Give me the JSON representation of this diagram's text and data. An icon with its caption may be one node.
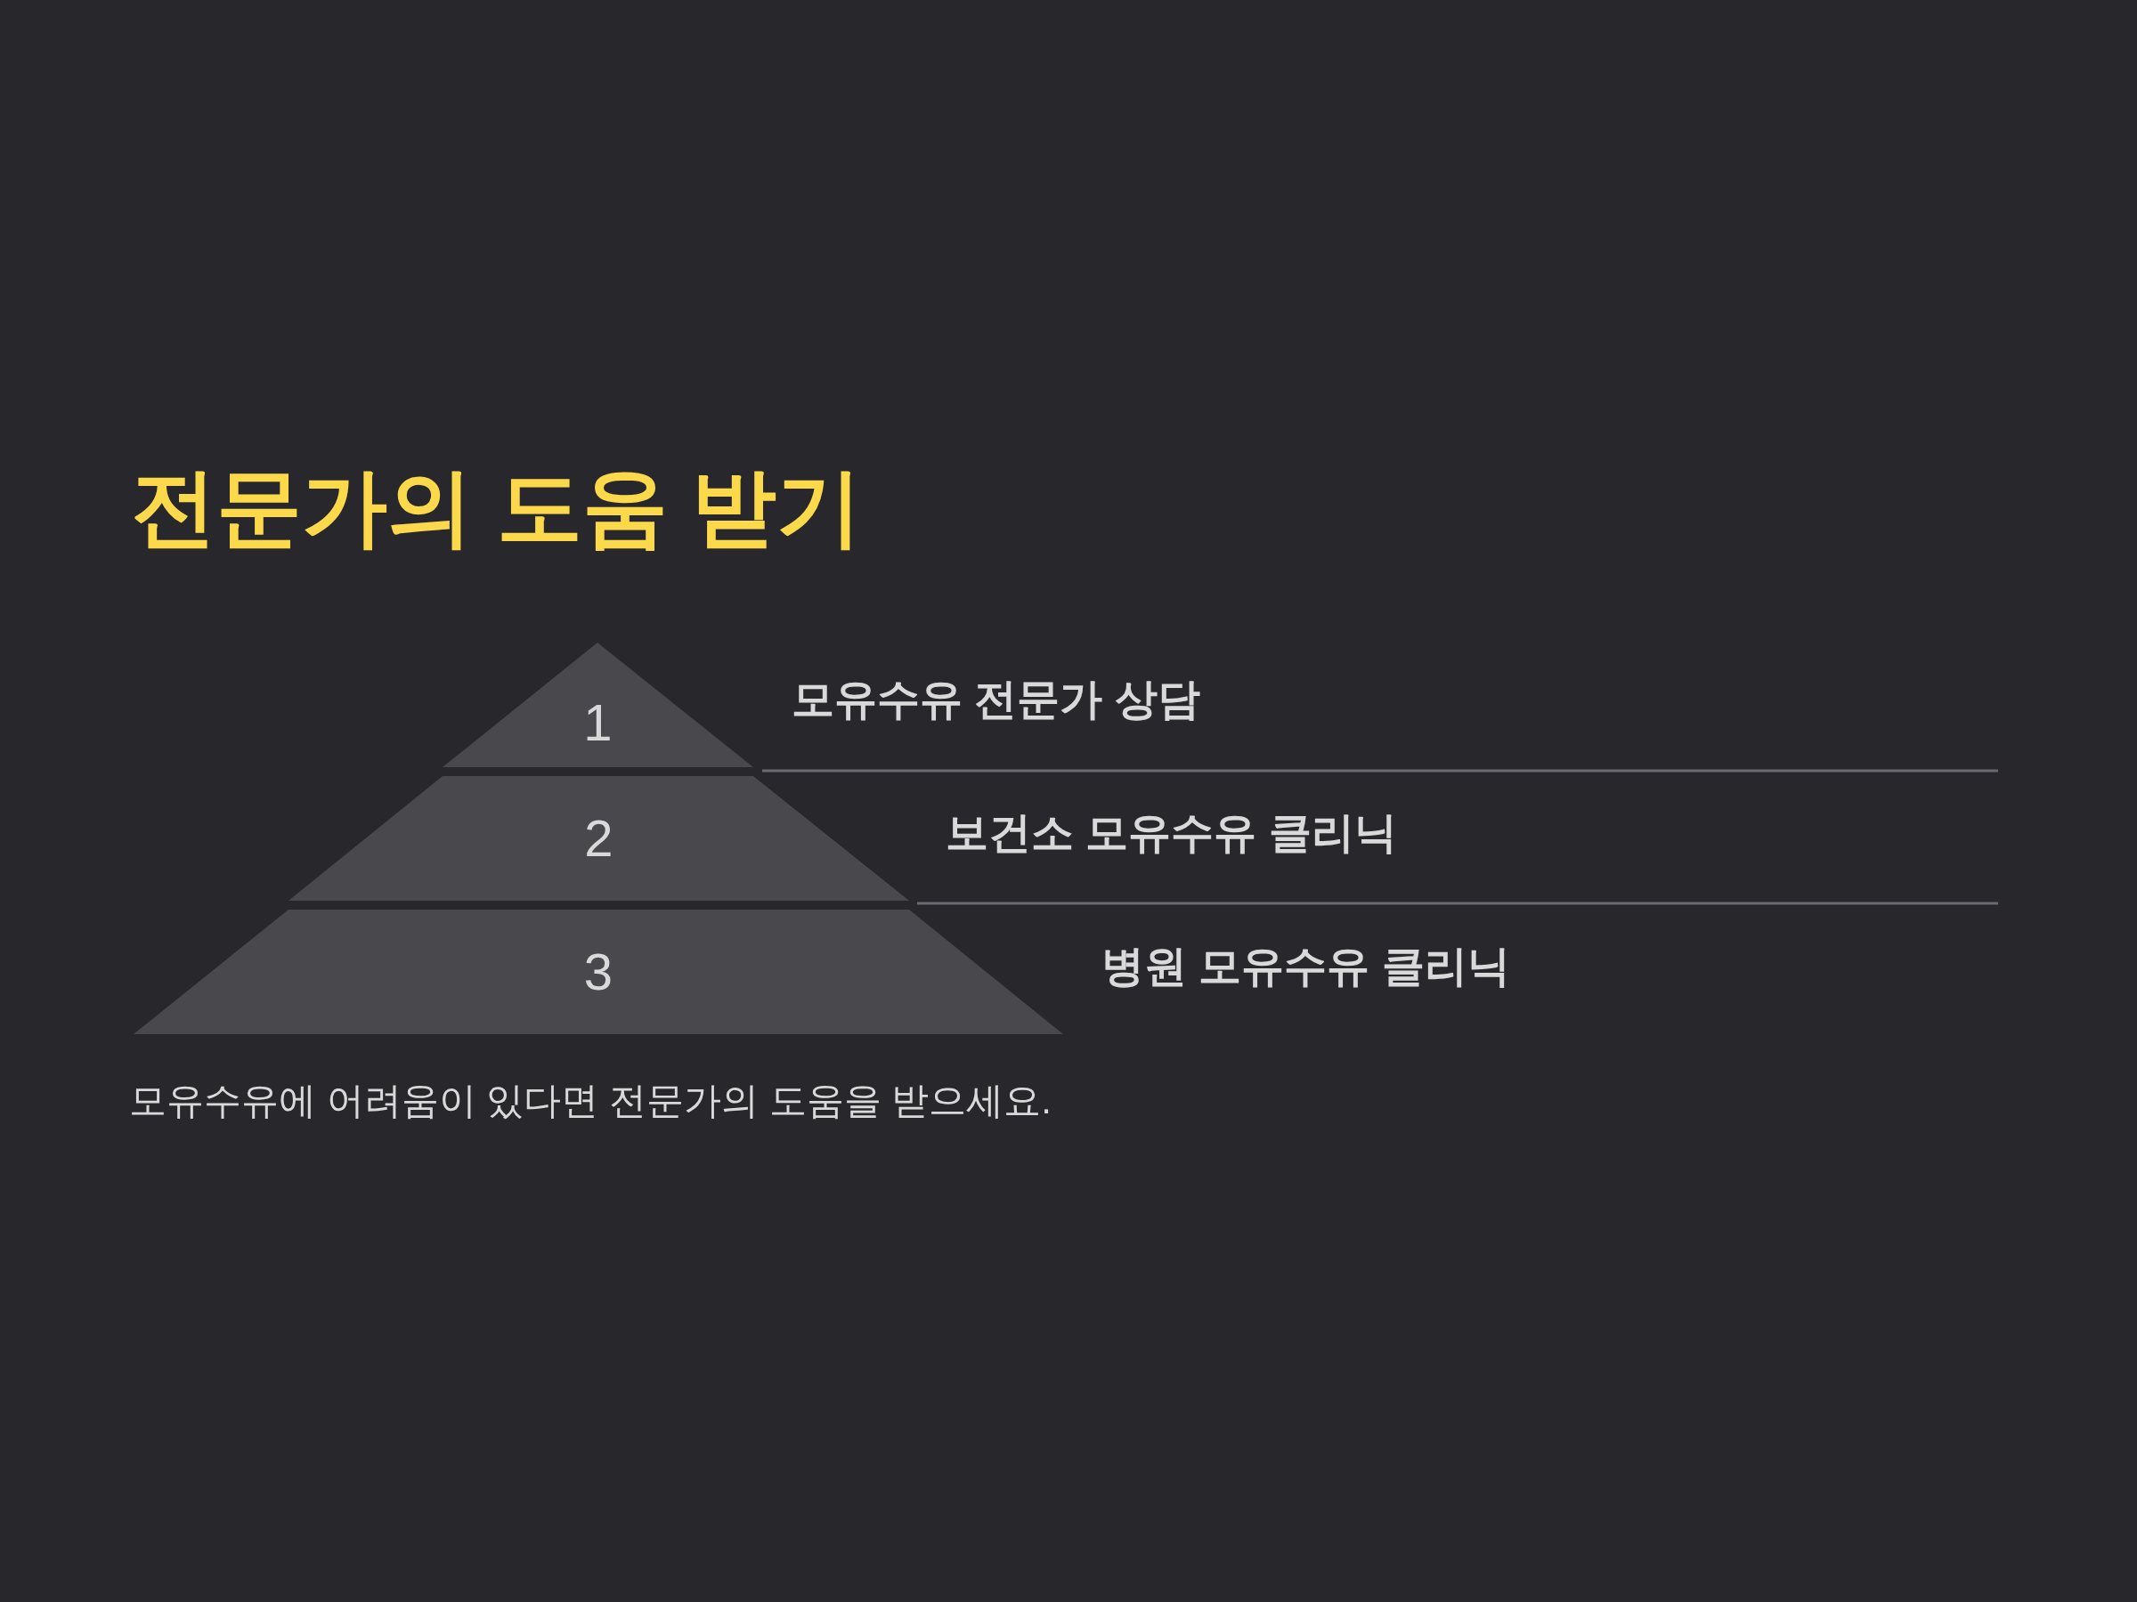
{
  "diagram": {
    "title": "전문가의 도움 받기",
    "caption": "모유수유에 어려움이 있다면 전문가의 도움을 받으세요.",
    "nodes": [
      {
        "text": [
          "1"
        ],
        "beside": [
          "모유수유 전문가 상담"
        ]
      },
      {
        "text": [
          "2"
        ],
        "beside": [
          "보건소 모유수유 클리닉"
        ]
      },
      {
        "text": [
          "3"
        ],
        "beside": [
          "병원 모유수유 클리닉"
        ]
      }
    ]
  }
}
